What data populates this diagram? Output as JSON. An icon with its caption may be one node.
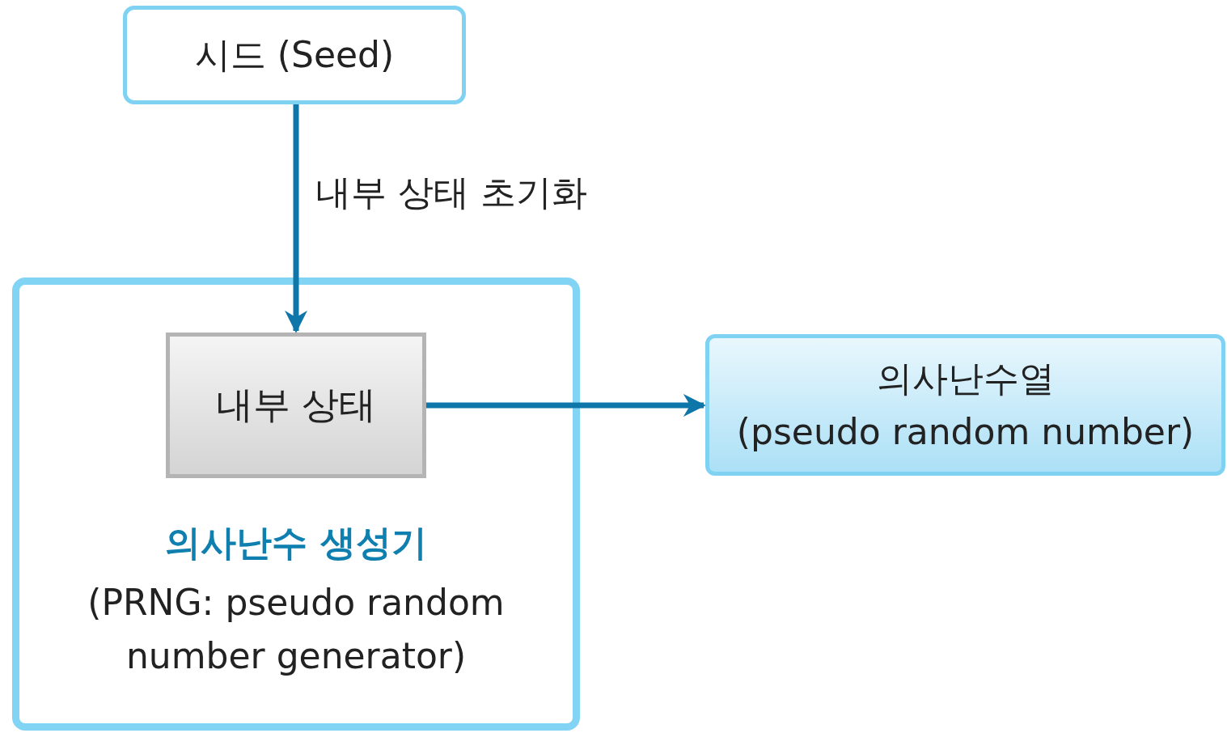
{
  "diagram": {
    "nodes": [
      {
        "text": [
          "시드 (Seed)"
        ]
      },
      {
        "text": [
          "의사난수 생성기",
          "(PRNG: pseudo random number generator)"
        ]
      },
      {
        "text": [
          "내부 상태"
        ],
        "in": 1
      },
      {
        "text": [
          "의사난수열",
          "(pseudo random number)"
        ]
      }
    ],
    "edges": [
      {
        "from": 0,
        "to": 2,
        "arrow": "to",
        "label": "내부 상태 초기화"
      },
      {
        "from": 2,
        "to": 3,
        "arrow": "to"
      }
    ]
  }
}
